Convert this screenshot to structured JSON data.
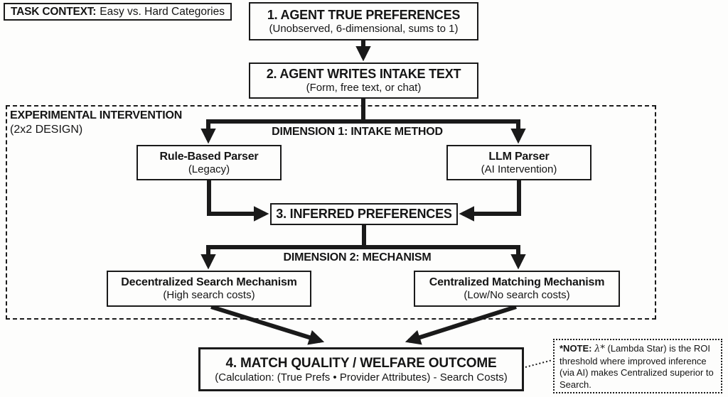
{
  "colors": {
    "ink": "#1a1a1a",
    "background": "#fdfdfc"
  },
  "task_context": {
    "label": "TASK CONTEXT:",
    "value": "Easy vs. Hard Categories"
  },
  "steps": {
    "s1": {
      "title": "1. AGENT TRUE PREFERENCES",
      "subtitle": "(Unobserved, 6-dimensional, sums to 1)"
    },
    "s2": {
      "title": "2. AGENT WRITES INTAKE TEXT",
      "subtitle": "(Form, free text, or chat)"
    },
    "s3": {
      "title": "3. INFERRED PREFERENCES"
    },
    "s4": {
      "title": "4. MATCH QUALITY / WELFARE OUTCOME",
      "subtitle": "(Calculation: (True Prefs • Provider Attributes) - Search Costs)"
    }
  },
  "experiment": {
    "title": "EXPERIMENTAL INTERVENTION",
    "subtitle": "(2x2 DESIGN)",
    "dim1": {
      "label": "DIMENSION 1: INTAKE METHOD",
      "left": {
        "title": "Rule-Based Parser",
        "subtitle": "(Legacy)"
      },
      "right": {
        "title": "LLM Parser",
        "subtitle": "(AI Intervention)"
      }
    },
    "dim2": {
      "label": "DIMENSION 2: MECHANISM",
      "left": {
        "title": "Decentralized Search Mechanism",
        "subtitle": "(High search costs)"
      },
      "right": {
        "title": "Centralized Matching Mechanism",
        "subtitle": "(Low/No search costs)"
      }
    }
  },
  "note": {
    "prefix": "*NOTE:",
    "lambda": "λ*",
    "body": "(Lambda Star) is the ROI threshold where improved inference (via AI) makes Centralized superior to Search."
  }
}
